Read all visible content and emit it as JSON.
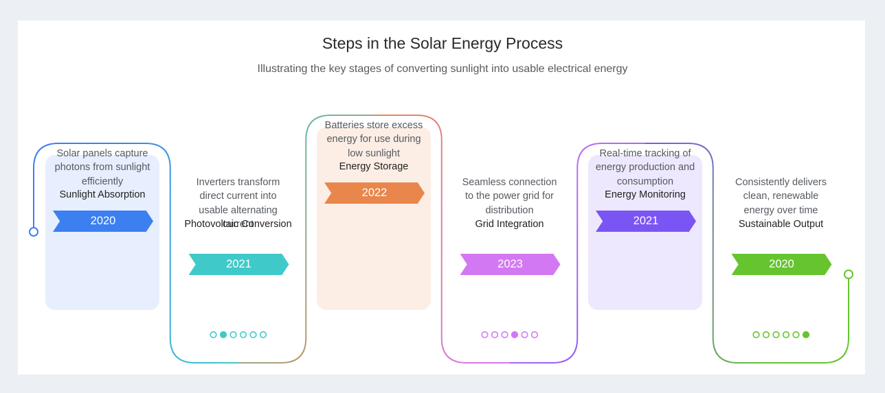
{
  "title": "Steps in the Solar Energy Process",
  "subtitle": "Illustrating the key stages of converting sunlight into usable electrical energy",
  "steps": [
    {
      "label": "Sunlight Absorption",
      "description": "Solar panels capture photons from sunlight efficiently",
      "year": "2020",
      "color": "#3b7ff0",
      "panel_color": "#e7eefd",
      "active_dot": 0
    },
    {
      "label": "Photovoltaic Conversion",
      "description": "Inverters transform direct current into usable alternating current",
      "year": "2021",
      "color": "#3fcac9",
      "panel_color": "",
      "active_dot": 1
    },
    {
      "label": "Energy Storage",
      "description": "Batteries store excess energy for use during low sunlight",
      "year": "2022",
      "color": "#e8864c",
      "panel_color": "#fdeee5",
      "active_dot": 2
    },
    {
      "label": "Grid Integration",
      "description": "Seamless connection to the power grid for distribution",
      "year": "2023",
      "color": "#d378f3",
      "panel_color": "",
      "active_dot": 3
    },
    {
      "label": "Energy Monitoring",
      "description": "Real-time tracking of energy production and consumption",
      "year": "2021",
      "color": "#7b55f4",
      "panel_color": "#ede8fd",
      "active_dot": 4
    },
    {
      "label": "Sustainable Output",
      "description": "Consistently delivers clean, renewable energy over time",
      "year": "2020",
      "color": "#66c42f",
      "panel_color": "",
      "active_dot": 5
    }
  ],
  "dot_count": 6
}
